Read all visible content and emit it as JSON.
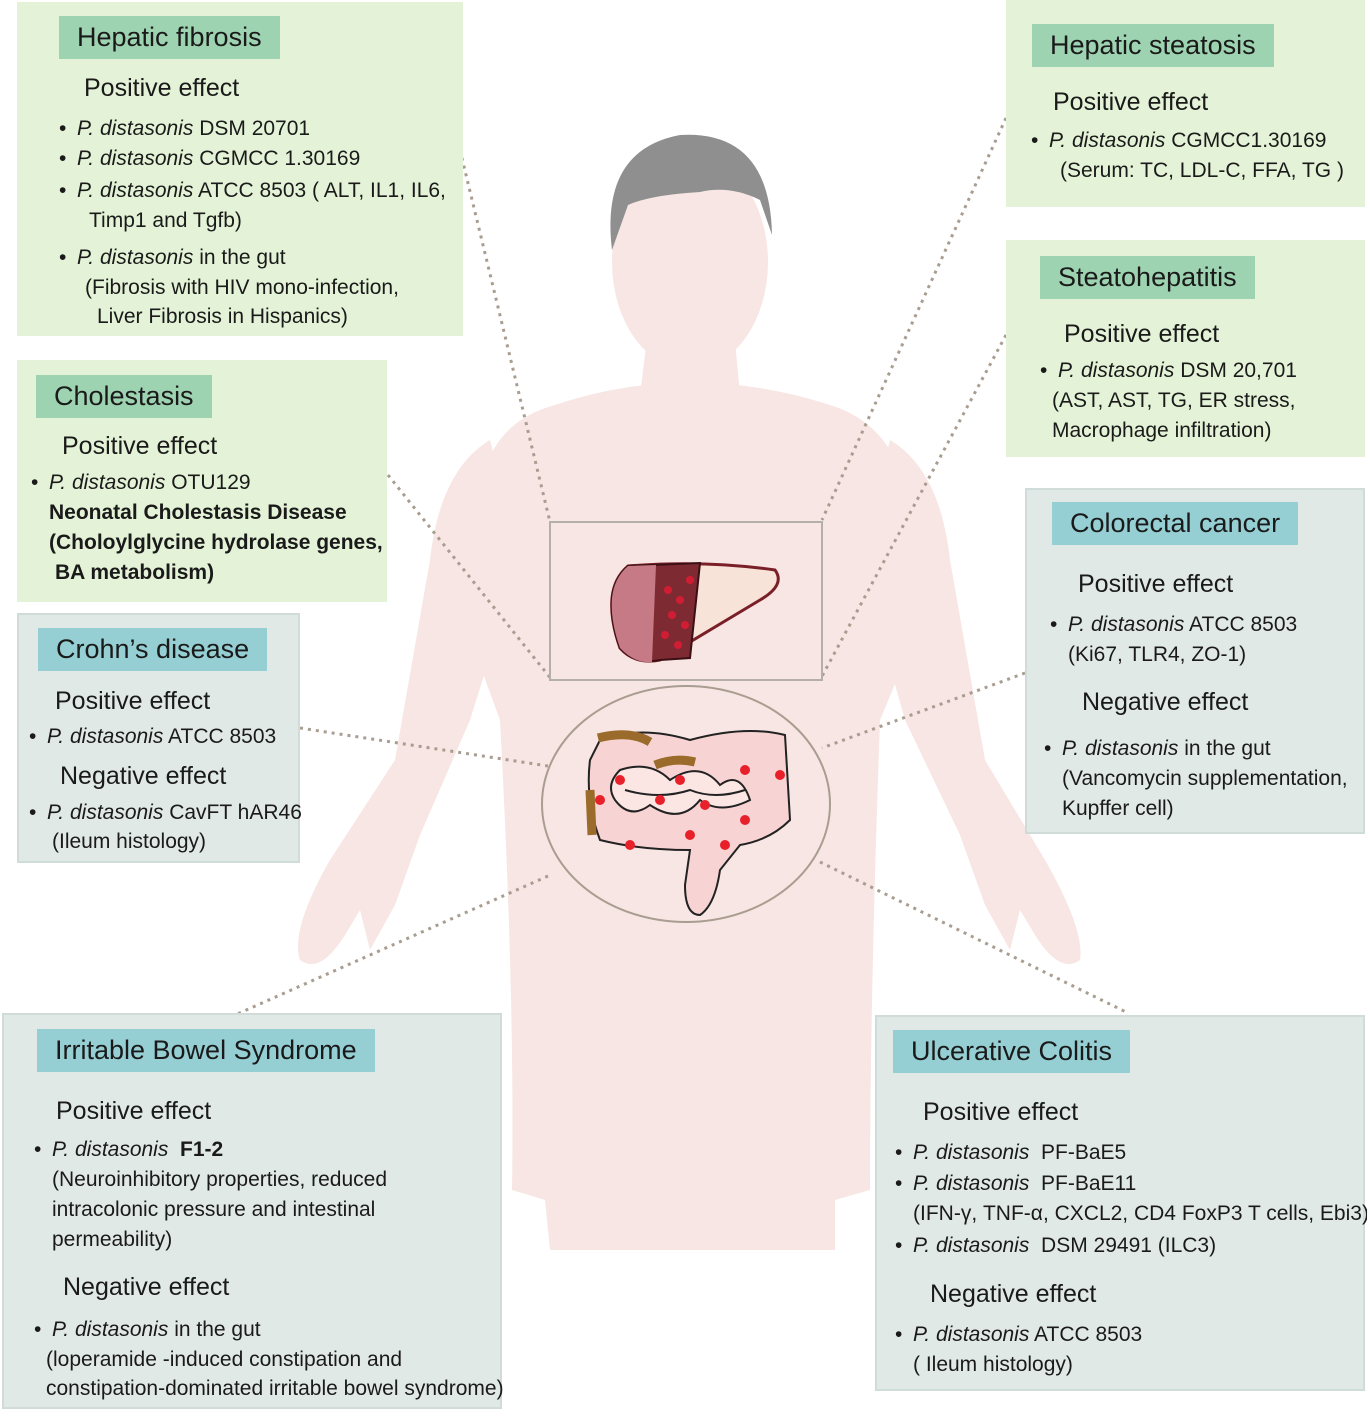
{
  "bullet": "•",
  "organism": "P. distasonis",
  "colors": {
    "green_panel": "#e4f3d7",
    "grey_panel": "#e1e9e7",
    "green_title": "#9dd3b0",
    "blue_title": "#95cfd3",
    "body_silhouette": "#f7e6e3",
    "hair": "#8f8f8f",
    "liver_dark": "#8b2f3a",
    "marker_red": "#e8202a"
  },
  "icons": [
    "human-body-silhouette-icon",
    "liver-icon",
    "intestine-icon"
  ],
  "hepatic_fibrosis": {
    "title": "Hepatic fibrosis",
    "positive_label": "Positive effect",
    "items": [
      {
        "strain": "DSM 20701"
      },
      {
        "strain": "CGMCC 1.30169"
      },
      {
        "strain": "ATCC 8503 ( ALT, IL1, IL6,",
        "cont": [
          "Timp1 and Tgfb)"
        ]
      },
      {
        "strain": "in the gut",
        "cont": [
          "(Fibrosis with HIV mono-infection,",
          "Liver Fibrosis in Hispanics)"
        ]
      }
    ]
  },
  "cholestasis": {
    "title": "Cholestasis",
    "positive_label": "Positive effect",
    "items": [
      {
        "strain": "OTU129",
        "cont": [
          "Neonatal Cholestasis Disease",
          "(Choloylglycine hydrolase genes,",
          "BA metabolism)"
        ]
      }
    ]
  },
  "crohns": {
    "title": "Crohn’s disease",
    "positive_label": "Positive effect",
    "positive_items": [
      {
        "strain": "ATCC 8503"
      }
    ],
    "negative_label": "Negative effect",
    "negative_items": [
      {
        "strain": "CavFT hAR46",
        "cont": [
          "(Ileum histology)"
        ]
      }
    ]
  },
  "hepatic_steatosis": {
    "title": "Hepatic steatosis",
    "positive_label": "Positive effect",
    "items": [
      {
        "strain": "CGMCC1.30169",
        "cont": [
          "(Serum: TC, LDL-C, FFA, TG )"
        ]
      }
    ]
  },
  "steatohepatitis": {
    "title": "Steatohepatitis",
    "positive_label": "Positive effect",
    "items": [
      {
        "strain": "DSM 20,701",
        "cont": [
          "(AST, AST, TG, ER stress,",
          "Macrophage infiltration)"
        ]
      }
    ]
  },
  "colorectal_cancer": {
    "title": "Colorectal cancer",
    "positive_label": "Positive effect",
    "positive_items": [
      {
        "strain": "ATCC 8503",
        "cont": [
          "(Ki67, TLR4,  ZO-1)"
        ]
      }
    ],
    "negative_label": "Negative effect",
    "negative_items": [
      {
        "strain": "in the gut",
        "cont": [
          "(Vancomycin supplementation,",
          "Kupffer cell)"
        ]
      }
    ]
  },
  "ibs": {
    "title": "Irritable Bowel Syndrome",
    "positive_label": "Positive effect",
    "positive_items": [
      {
        "strain": "F1-2",
        "cont": [
          "(Neuroinhibitory properties, reduced",
          "intracolonic pressure and intestinal",
          "permeability)"
        ]
      }
    ],
    "negative_label": "Negative effect",
    "negative_items": [
      {
        "strain": "in the gut",
        "cont": [
          "(loperamide -induced constipation and",
          "constipation-dominated irritable bowel syndrome)"
        ]
      }
    ]
  },
  "ulcerative_colitis": {
    "title": "Ulcerative Colitis",
    "positive_label": "Positive effect",
    "positive_items": [
      {
        "strain": "PF-BaE5"
      },
      {
        "strain": "PF-BaE11",
        "cont": [
          "(IFN-γ, TNF-α, CXCL2, CD4 FoxP3 T cells, Ebi3)"
        ]
      },
      {
        "strain": "DSM 29491 (ILC3)"
      }
    ],
    "negative_label": "Negative effect",
    "negative_items": [
      {
        "strain": "ATCC 8503",
        "cont": [
          "( Ileum histology)"
        ]
      }
    ]
  }
}
